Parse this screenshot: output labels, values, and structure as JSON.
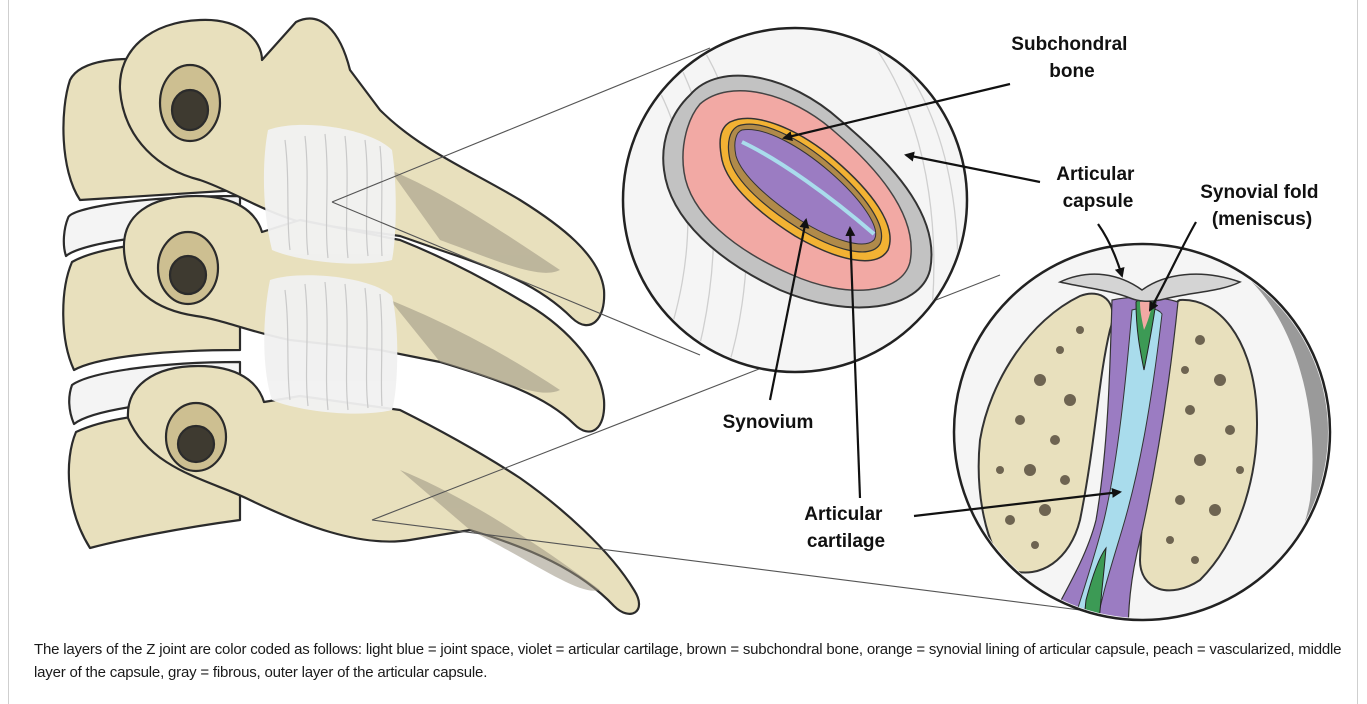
{
  "labels": {
    "subchondral_bone": [
      "Subchondral",
      "bone"
    ],
    "articular_capsule": [
      "Articular",
      "capsule"
    ],
    "synovial_fold": [
      "Synovial fold",
      "(meniscus)"
    ],
    "synovium": "Synovium",
    "articular_cartilage": [
      "Articular",
      "cartilage"
    ]
  },
  "caption": "The layers of the Z joint are color coded as follows: light blue = joint space, violet = articular cartilage, brown = subchondral bone, orange = synovial lining of articular capsule, peach = vascularized, middle layer of the capsule, gray = fibrous, outer layer of the articular capsule.",
  "colors": {
    "bone": "#e8e0bd",
    "bone_outline": "#2b2b2b",
    "joint_space": "#a9dcec",
    "articular_cartilage": "#9b7cc2",
    "subchondral_bone": "#b08a4a",
    "synovial_lining": "#f2b233",
    "capsule_middle": "#f2a9a4",
    "capsule_outer": "#bcbcbc",
    "green_fold": "#3c9a55"
  }
}
